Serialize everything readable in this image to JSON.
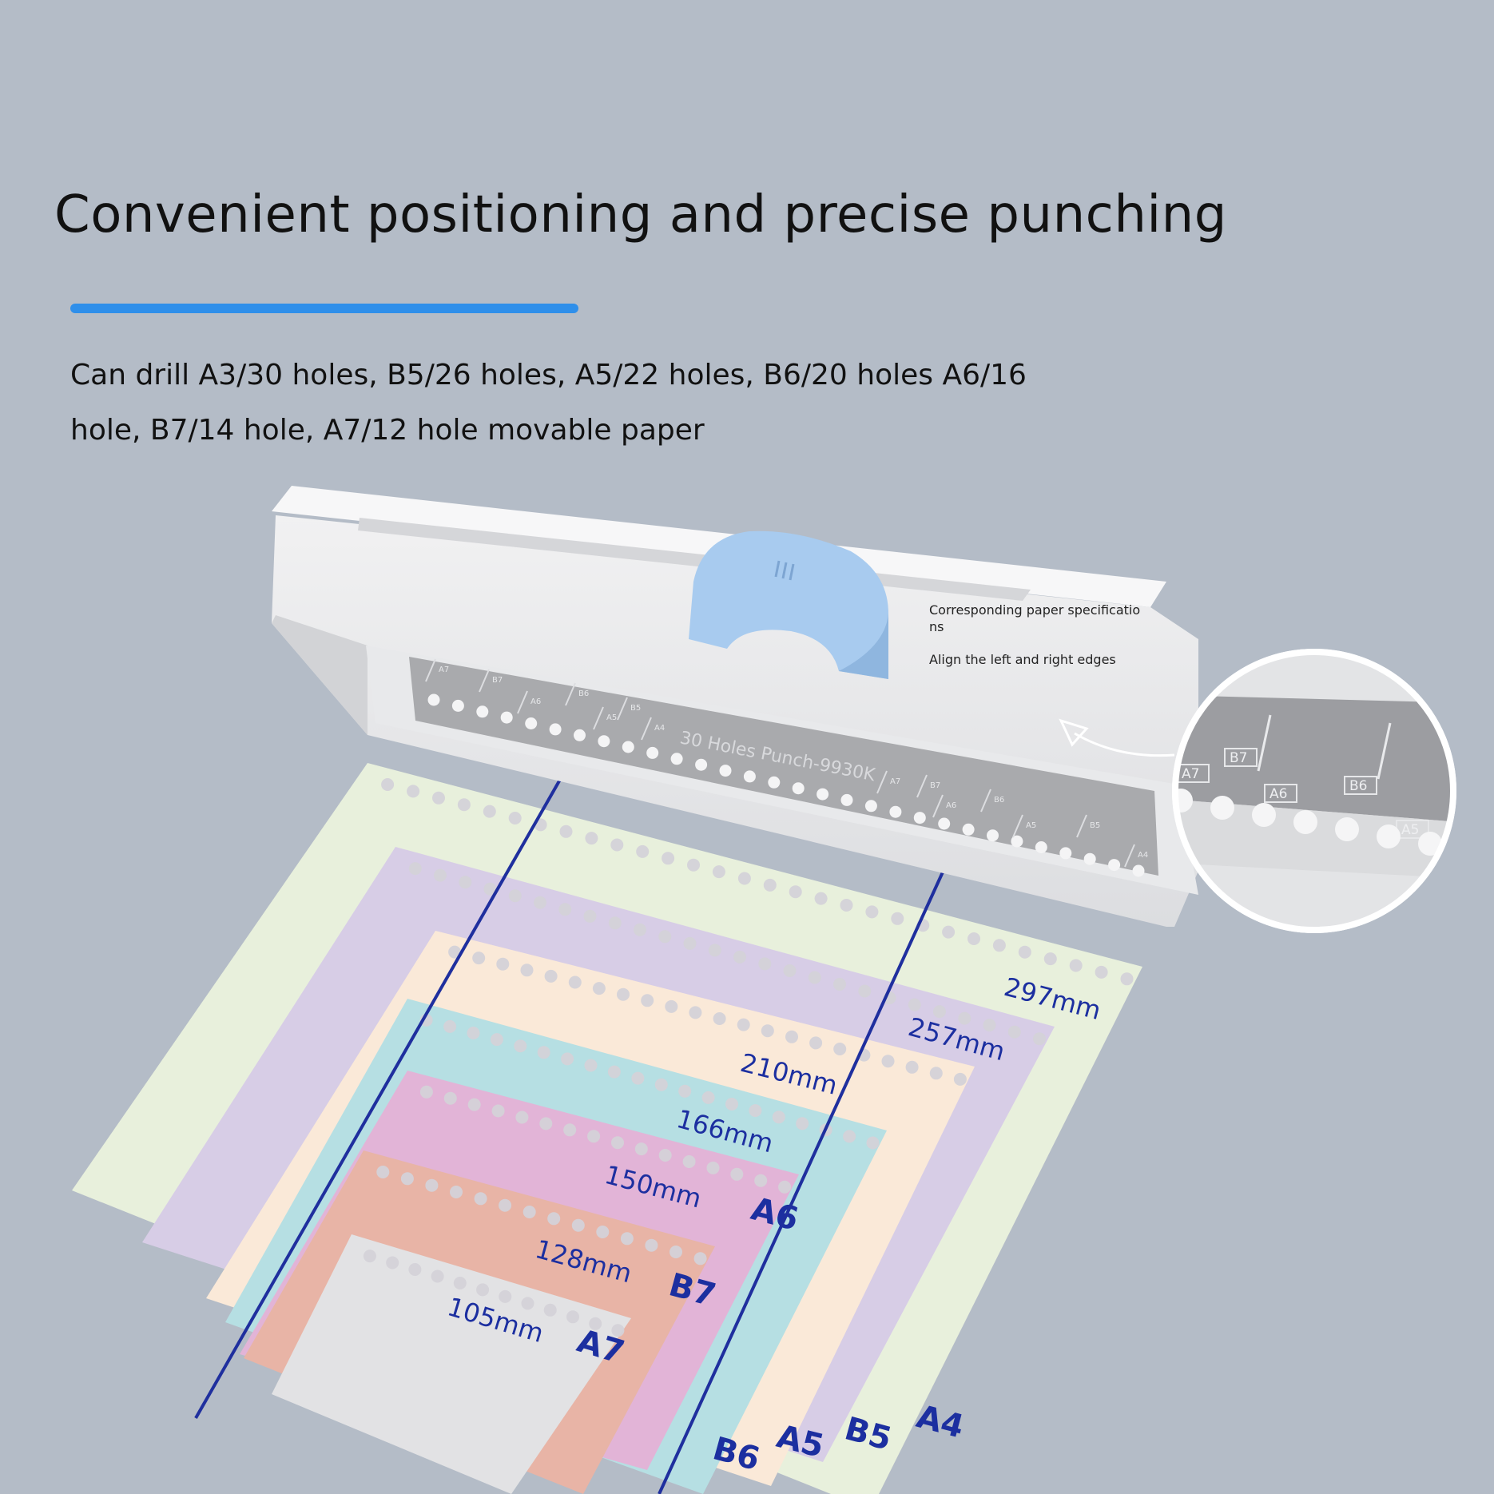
{
  "headline": "Convenient positioning and precise punching",
  "description": {
    "line1": "Can drill A3/30 holes, B5/26 holes, A5/22 holes, B6/20 holes A6/16",
    "line2": "hole, B7/14 hole, A7/12 hole movable paper"
  },
  "device": {
    "label": "30 Holes Punch-9930K",
    "scale_marks": [
      "A7",
      "B7",
      "A6",
      "B6",
      "A5",
      "B5",
      "A4"
    ]
  },
  "notes": {
    "spec_line1": "Corresponding paper specificatio",
    "spec_line2": "ns",
    "align": "Align the left and right edges"
  },
  "zoom_labels": [
    "B7",
    "A6",
    "B6",
    "A5",
    "A7"
  ],
  "papers": [
    {
      "size": "A4",
      "width": "297mm",
      "color": "#e8f0dc"
    },
    {
      "size": "B5",
      "width": "257mm",
      "color": "#d7cde6"
    },
    {
      "size": "A5",
      "width": "210mm",
      "color": "#fae9d8"
    },
    {
      "size": "B6",
      "width": "166mm",
      "color": "#b6dfe3"
    },
    {
      "size": "A6",
      "width": "150mm",
      "color": "#e2b4d7"
    },
    {
      "size": "B7",
      "width": "128mm",
      "color": "#e8b4a6"
    },
    {
      "size": "A7",
      "width": "105mm",
      "color": "#e2e2e4"
    }
  ],
  "colors": {
    "background": "#b4bcc7",
    "accent": "#2f8fea",
    "label": "#1c2fa0",
    "slider": "#a8cbef"
  }
}
